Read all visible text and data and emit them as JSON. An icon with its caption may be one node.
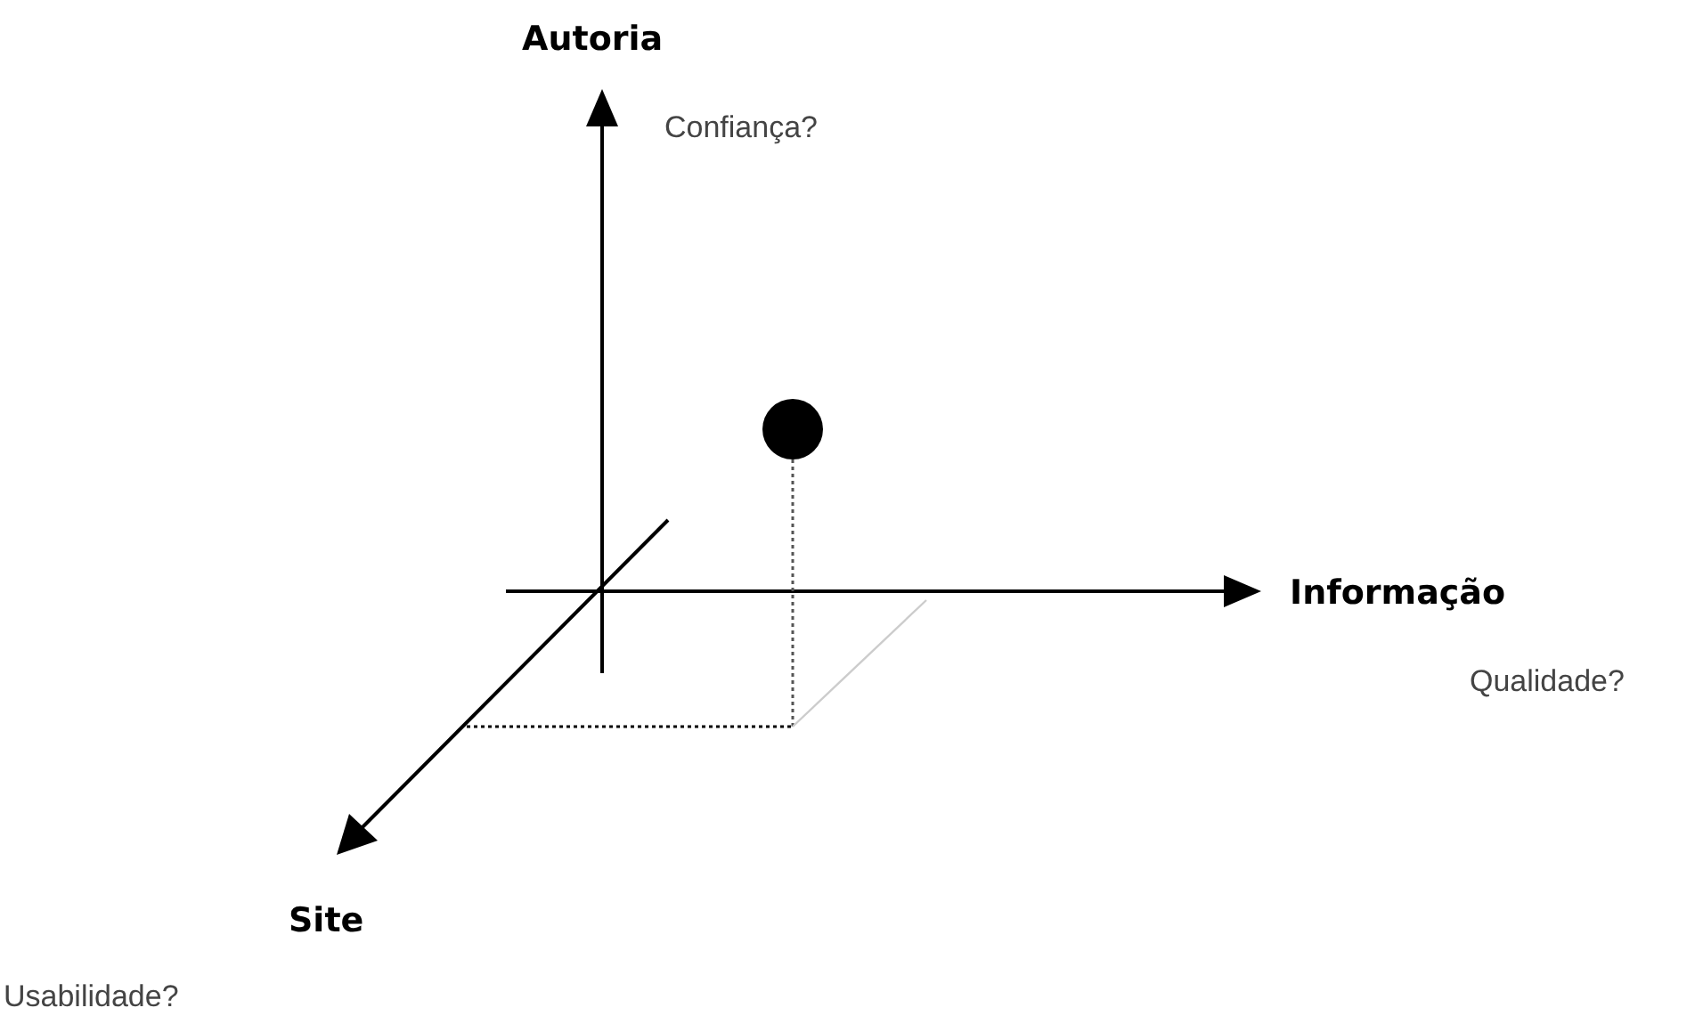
{
  "diagram": {
    "labels": [
      "Autoria",
      "Confiança?",
      "Informação",
      "Qualidade?",
      "Site",
      "Usabilidade?"
    ]
  }
}
